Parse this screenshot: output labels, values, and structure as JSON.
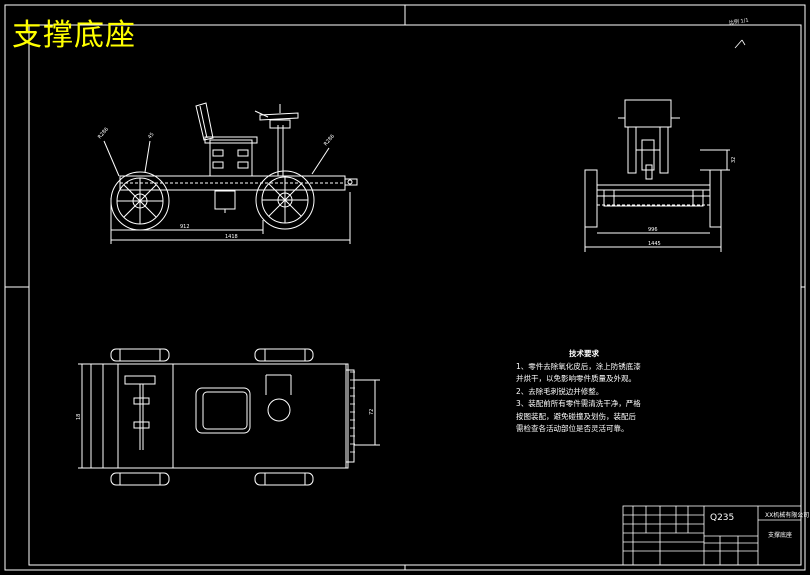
{
  "title": "支撑底座",
  "scale_note": "比例 1/1",
  "dimensions": {
    "front_length_inner": "912",
    "front_length_total": "1418",
    "front_radius_left": "R286",
    "front_radius_small": "45",
    "front_radius_right": "R286",
    "side_width_inner": "996",
    "side_width_total": "1445",
    "side_height": "32",
    "top_width": "72",
    "top_height_left": "18"
  },
  "notes": {
    "heading": "技术要求",
    "items": [
      "1、零件去除氧化皮后，涂上防锈底漆并烘干，以免影响零件质量及外观。",
      "2、去除毛刺锐边并修整。",
      "3、装配前所有零件需清洗干净，严格按图装配，避免碰撞及划伤，装配后需检查各活动部位是否灵活可靠。"
    ]
  },
  "title_block": {
    "material": "Q235",
    "company": "XX机械有限公司",
    "part_name": "支撑底座"
  }
}
